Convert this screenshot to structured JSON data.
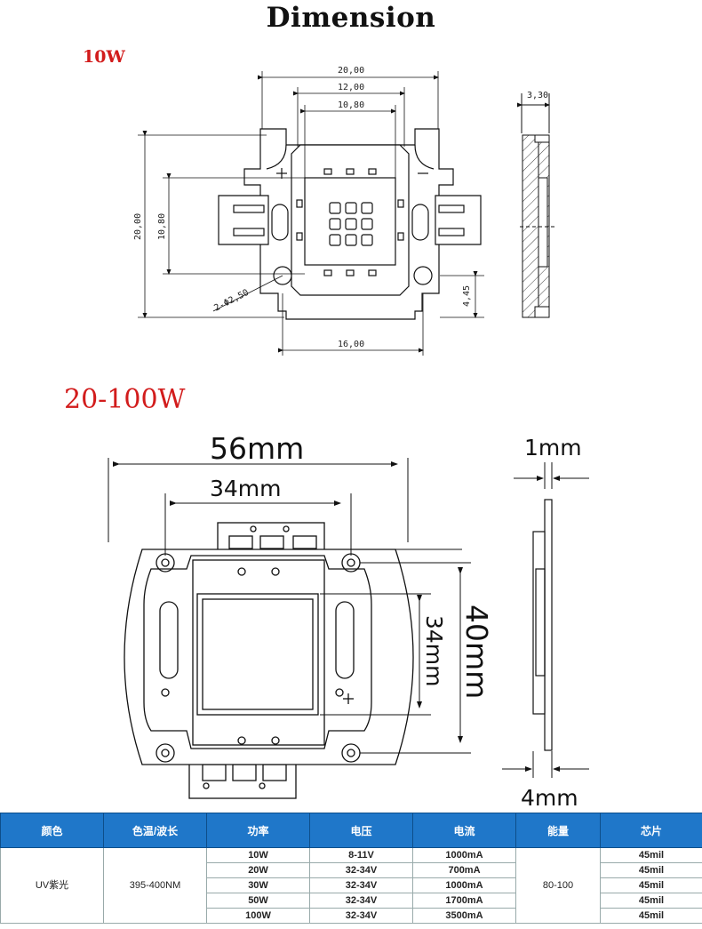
{
  "title": "Dimension",
  "section_10w": {
    "label": "10W",
    "dims": {
      "w_total": "20,00",
      "w_mid": "12,00",
      "w_inner": "10,80",
      "h_total": "20,00",
      "h_inner": "10,80",
      "hole": "2-Φ2,50",
      "bottom": "16,00",
      "small": "4,45",
      "thickness": "3,30"
    }
  },
  "section_20_100w": {
    "label": "20-100W",
    "dims": {
      "width": "56mm",
      "hole_spacing": "34mm",
      "height": "40mm",
      "inner": "34mm",
      "thickness": "1mm",
      "base": "4mm"
    }
  },
  "table": {
    "headers": [
      "颜色",
      "色温/波长",
      "功率",
      "电压",
      "电流",
      "能量",
      "芯片"
    ],
    "color": "UV紫光",
    "wavelength": "395-400NM",
    "energy": "80-100",
    "rows": [
      {
        "power": "10W",
        "voltage": "8-11V",
        "current": "1000mA",
        "chip": "45mil"
      },
      {
        "power": "20W",
        "voltage": "32-34V",
        "current": "700mA",
        "chip": "45mil"
      },
      {
        "power": "30W",
        "voltage": "32-34V",
        "current": "1000mA",
        "chip": "45mil"
      },
      {
        "power": "50W",
        "voltage": "32-34V",
        "current": "1700mA",
        "chip": "45mil"
      },
      {
        "power": "100W",
        "voltage": "32-34V",
        "current": "3500mA",
        "chip": "45mil"
      }
    ]
  },
  "colors": {
    "header_bg": "#1f77c9",
    "label_red": "#d21c1c",
    "chip_blue": "#1f7ed6",
    "chip_purple": "#6a4a9a"
  }
}
